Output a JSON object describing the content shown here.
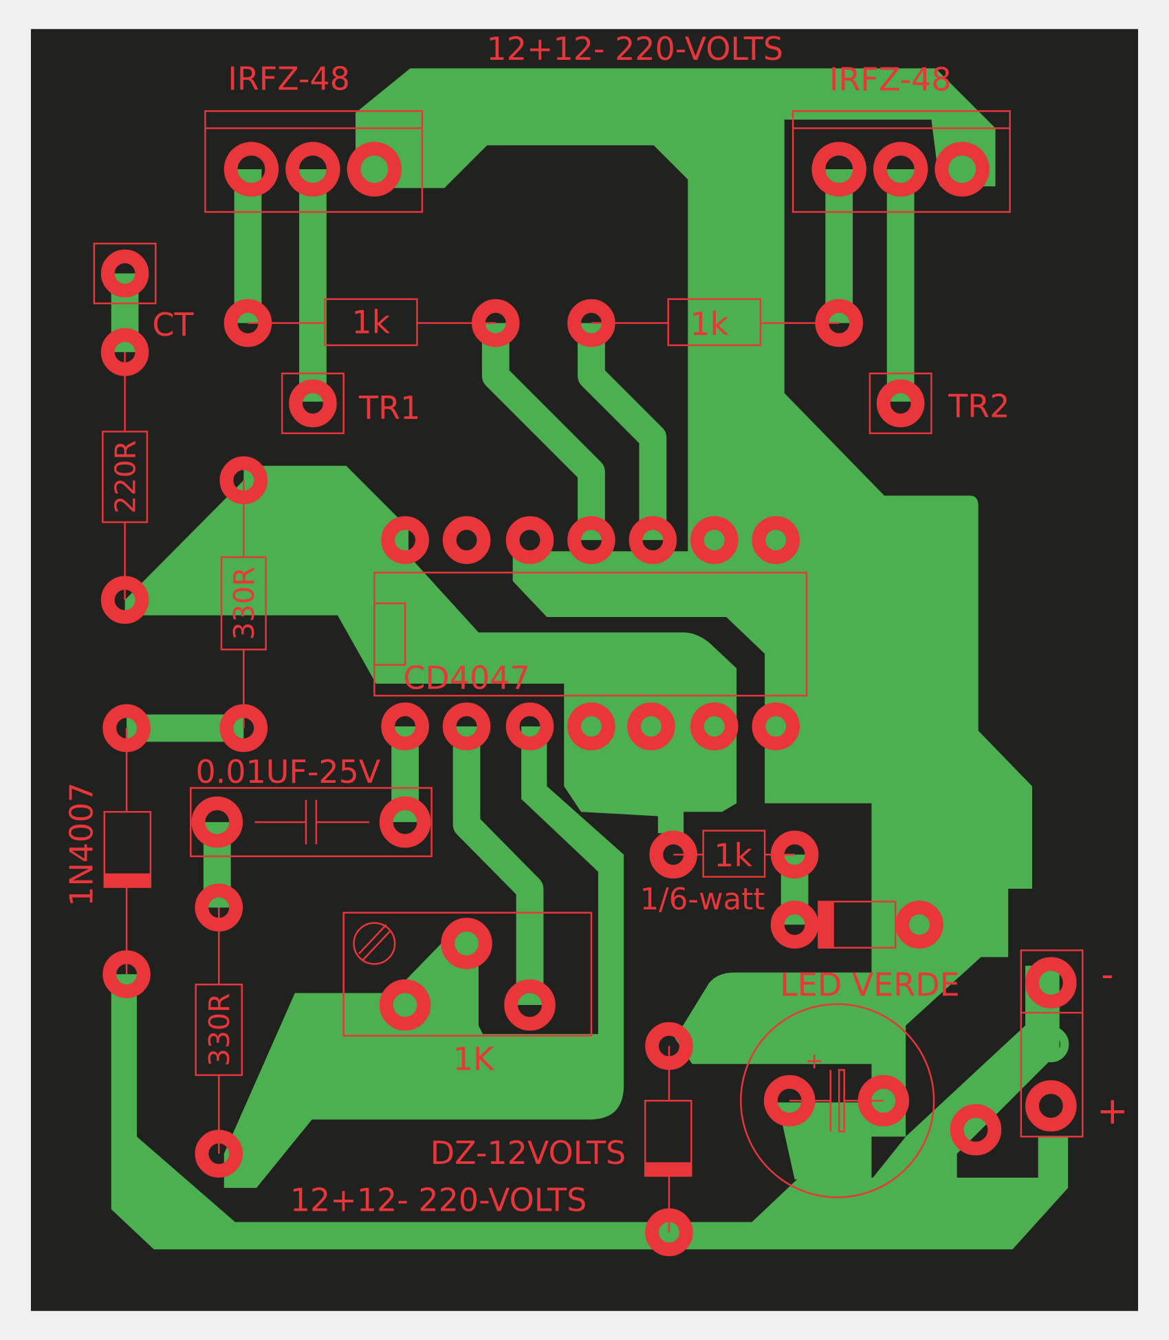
{
  "colors": {
    "background": "#f0f0f0",
    "board": "#212220",
    "copper": "#4caf50",
    "pad": "#e8363a",
    "silkscreen": "#e8363a"
  },
  "labels": {
    "title_top": "12+12- 220-VOLTS",
    "title_bottom": "12+12- 220-VOLTS",
    "mosfet_left": "IRFZ-48",
    "mosfet_right": "IRFZ-48",
    "ct": "CT",
    "tr1": "TR1",
    "tr2": "TR2",
    "r_gate_left": "1k",
    "r_gate_right": "1k",
    "r_220": "220R",
    "r_330_a": "330R",
    "r_330_b": "330R",
    "ic": "CD4047",
    "capacitor": "0.01UF-25V",
    "diode": "1N4007",
    "pot": "1K",
    "r_led": "1k",
    "r_led_power": "1/6-watt",
    "led": "LED VERDE",
    "zener": "DZ-12VOLTS",
    "minus": "-",
    "plus": "+",
    "cap_plus": "+"
  }
}
